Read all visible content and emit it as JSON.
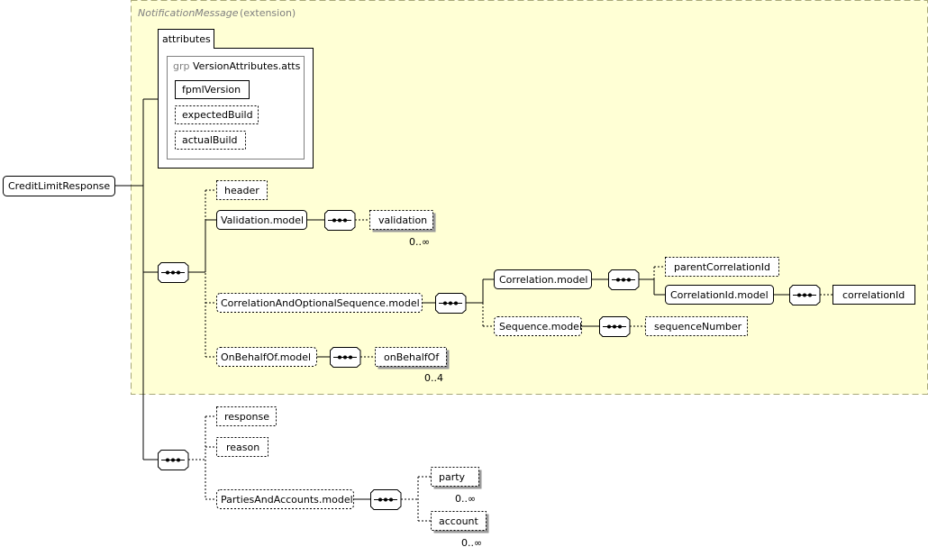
{
  "extension": {
    "type_name": "NotificationMessage",
    "suffix": "(extension)"
  },
  "root": {
    "label": "CreditLimitResponse"
  },
  "attributes": {
    "tab_label": "attributes",
    "group_prefix": "grp",
    "group_name": "VersionAttributes.atts",
    "items": [
      "fpmlVersion",
      "expectedBuild",
      "actualBuild"
    ]
  },
  "elements": {
    "header": "header",
    "validation_model": "Validation.model",
    "validation": "validation",
    "validation_occurs": "0..∞",
    "correlation_seq_model": "CorrelationAndOptionalSequence.model",
    "correlation_model": "Correlation.model",
    "parent_correlation_id": "parentCorrelationId",
    "correlation_id_model": "CorrelationId.model",
    "correlation_id": "correlationId",
    "sequence_model": "Sequence.model",
    "sequence_number": "sequenceNumber",
    "on_behalf_of_model": "OnBehalfOf.model",
    "on_behalf_of": "onBehalfOf",
    "on_behalf_of_occurs": "0..4",
    "response": "response",
    "reason": "reason",
    "parties_accounts_model": "PartiesAndAccounts.model",
    "party": "party",
    "party_occurs": "0..∞",
    "account": "account",
    "account_occurs": "0..∞"
  },
  "colors": {
    "extension_fill": "#ffffd5",
    "extension_border": "#a8a878",
    "line": "#000000",
    "shadow": "#9a9a9a"
  }
}
